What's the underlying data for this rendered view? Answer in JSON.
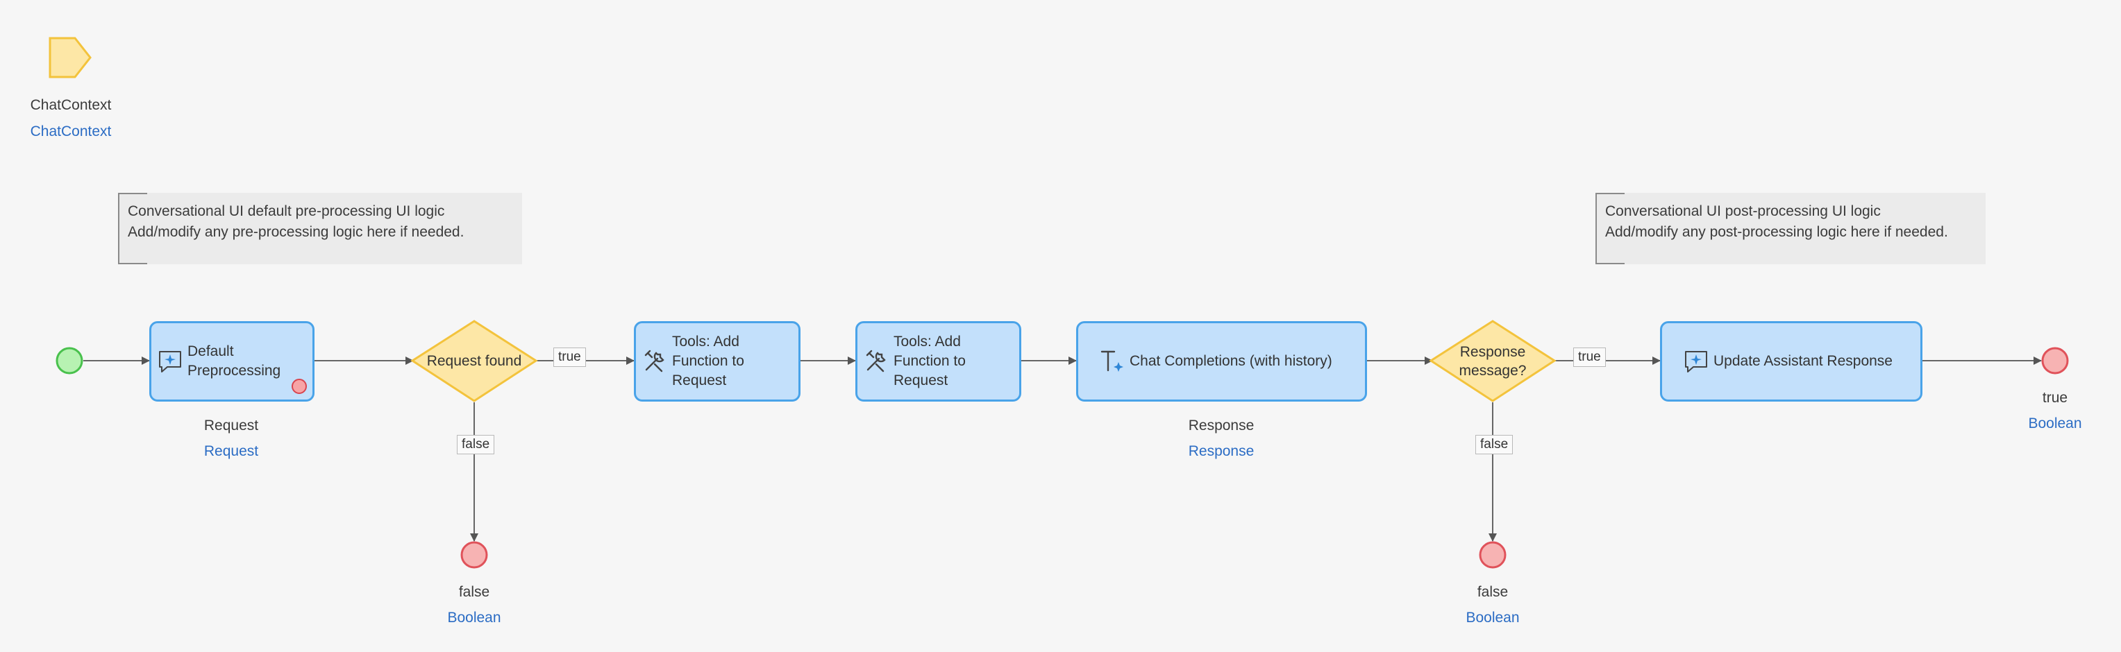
{
  "parameter": {
    "name": "ChatContext",
    "type": "ChatContext"
  },
  "annotations": {
    "pre": {
      "line1": "Conversational UI default pre-processing UI logic",
      "line2": "Add/modify any pre-processing logic here if needed."
    },
    "post": {
      "line1": "Conversational UI post-processing UI logic",
      "line2": "Add/modify any post-processing logic here if needed."
    }
  },
  "activities": {
    "default_preprocessing": {
      "label": "Default Preprocessing",
      "output_name": "Request",
      "output_type": "Request",
      "icon": "chat-sparkle-icon"
    },
    "tools_add_1": {
      "label": "Tools: Add Function to Request",
      "icon": "tools-icon"
    },
    "tools_add_2": {
      "label": "Tools: Add Function to Request",
      "icon": "tools-icon"
    },
    "chat_completions": {
      "label": "Chat Completions (with history)",
      "output_name": "Response",
      "output_type": "Response",
      "icon": "text-sparkle-icon"
    },
    "update_response": {
      "label": "Update Assistant Response",
      "icon": "chat-sparkle-icon"
    }
  },
  "decisions": {
    "request_found": {
      "label": "Request found"
    },
    "response_message": {
      "label": "Response message?"
    }
  },
  "flow_labels": {
    "true": "true",
    "false": "false"
  },
  "end_events": {
    "false1": {
      "value": "false",
      "type": "Boolean"
    },
    "false2": {
      "value": "false",
      "type": "Boolean"
    },
    "true_end": {
      "value": "true",
      "type": "Boolean"
    }
  },
  "colors": {
    "activity_fill": "#c3e0fb",
    "activity_border": "#49a3e9",
    "decision_fill": "#fde7a6",
    "decision_border": "#f3c33c",
    "start_fill": "#b7f2b2",
    "start_border": "#49c14d",
    "end_fill": "#f7b3b3",
    "end_border": "#e0525a",
    "type_text": "#2b6cc4"
  }
}
